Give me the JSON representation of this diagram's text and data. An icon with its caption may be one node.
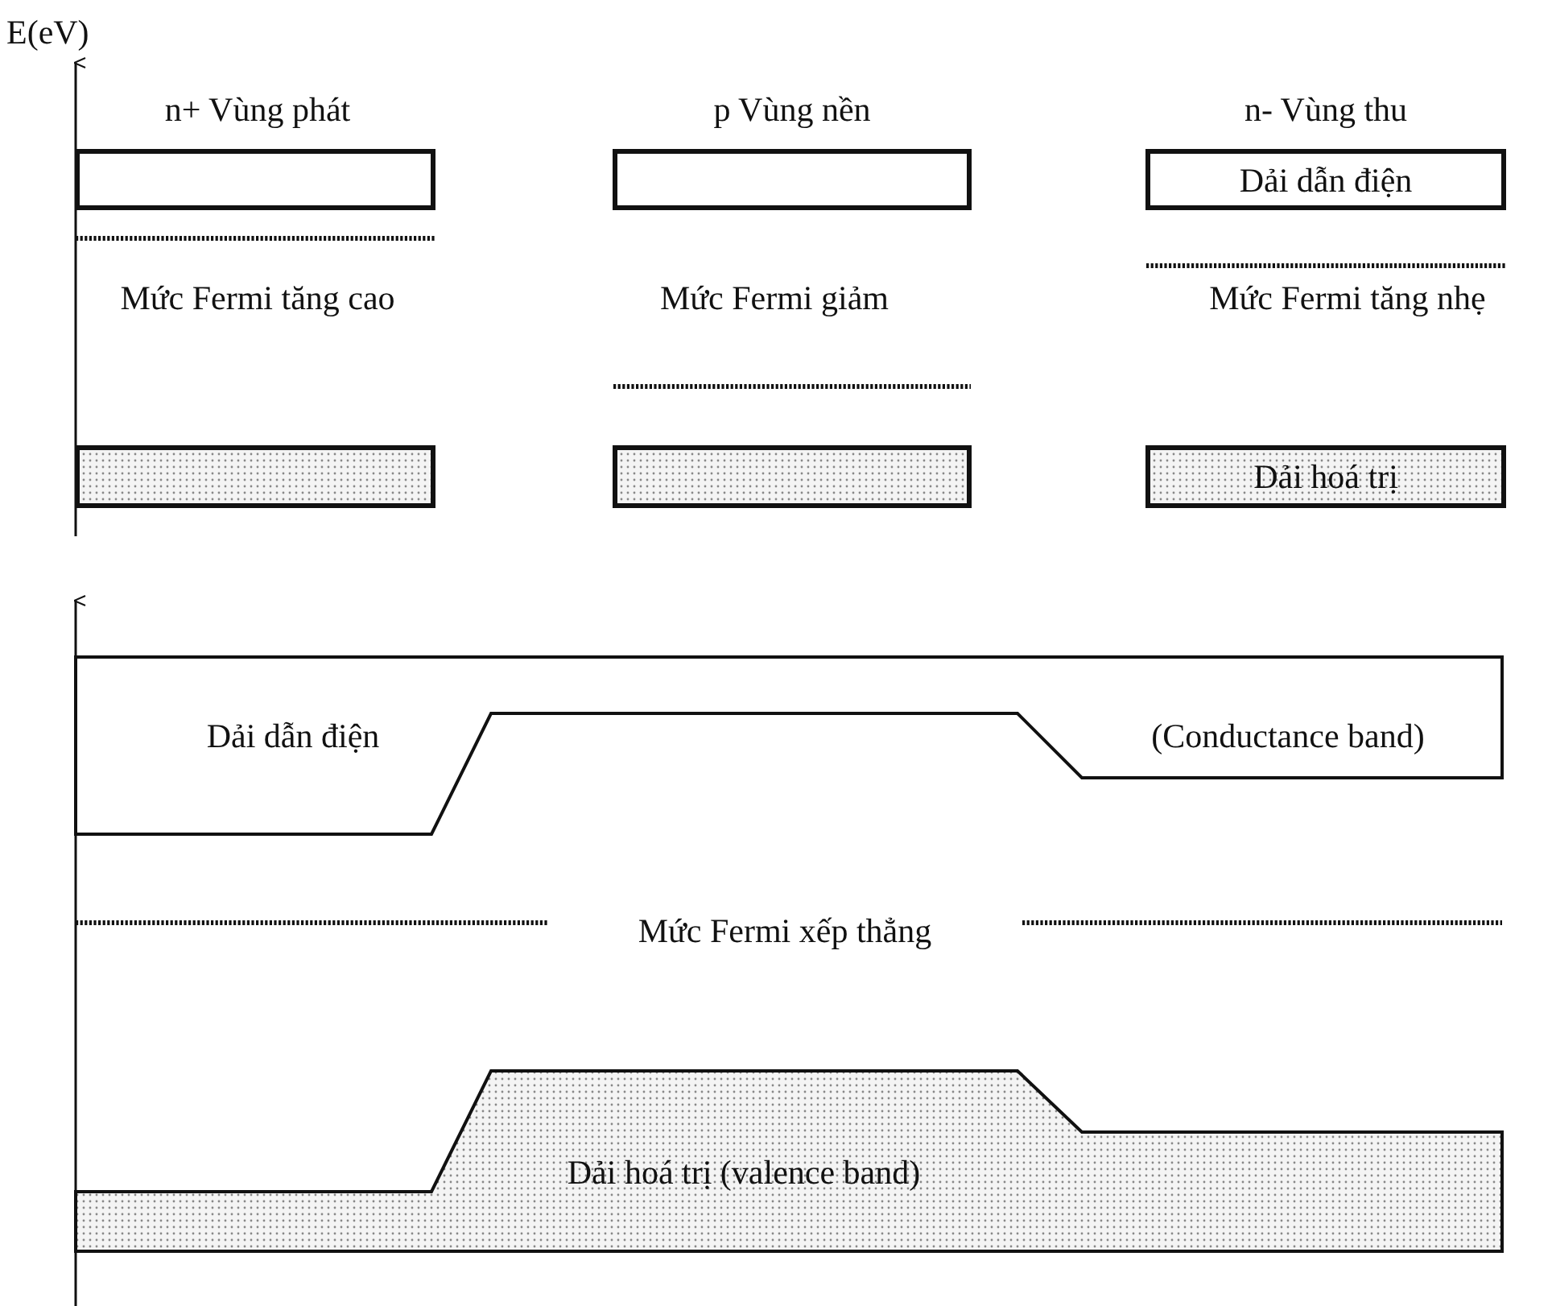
{
  "diagram": {
    "nodes": [
      {
        "text": [],
        "shape": "box"
      },
      {
        "text": [],
        "shape": "box"
      },
      {
        "text": [
          "Dải dẫn điện"
        ]
      },
      {
        "text": [],
        "shape": "box"
      },
      {
        "text": [],
        "shape": "box"
      },
      {
        "text": [
          "Dải hoá trị"
        ]
      },
      {
        "text": [
          "Dải dẫn điện",
          "(Conductance band)"
        ]
      },
      {
        "text": [
          "Dải hoá trị (valence band)"
        ]
      }
    ],
    "labels": [
      "E(eV)",
      "n+ Vùng phát",
      "p Vùng nền",
      "n- Vùng thu",
      "Mức Fermi tăng cao",
      "Mức Fermi giảm",
      "Mức Fermi tăng nhẹ",
      "Mức Fermi xếp thẳng"
    ]
  }
}
